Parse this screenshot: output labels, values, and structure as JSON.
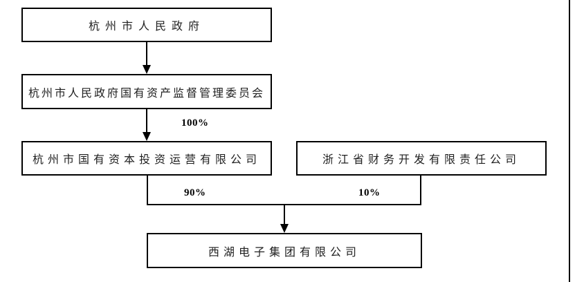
{
  "diagram": {
    "type": "org-ownership-chart",
    "background": "#ffffff",
    "line_color": "#000000",
    "text_color": "#1f1f1f",
    "nodes": [
      {
        "label": "杭州市人民政府"
      },
      {
        "label": "杭州市人民政府国有资产监督管理委员会"
      },
      {
        "label": "杭州市国有资本投资运营有限公司"
      },
      {
        "label": "浙江省财务开发有限责任公司"
      },
      {
        "label": "西湖电子集团有限公司"
      }
    ],
    "edges": [
      {
        "from": "杭州市人民政府",
        "to": "杭州市人民政府国有资产监督管理委员会",
        "label": ""
      },
      {
        "from": "杭州市人民政府国有资产监督管理委员会",
        "to": "杭州市国有资本投资运营有限公司",
        "label": "100%"
      },
      {
        "from": "杭州市国有资本投资运营有限公司",
        "to": "西湖电子集团有限公司",
        "label": "90%"
      },
      {
        "from": "浙江省财务开发有限责任公司",
        "to": "西湖电子集团有限公司",
        "label": "10%"
      }
    ]
  }
}
